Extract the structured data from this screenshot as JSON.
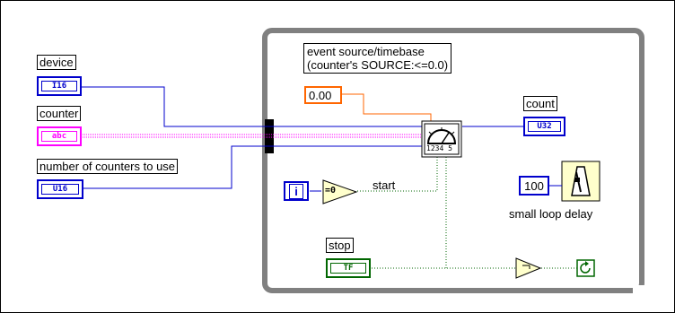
{
  "labels": {
    "device": "device",
    "counter": "counter",
    "num_counters": "number of counters to use",
    "event_source_line1": "event source/timebase",
    "event_source_line2": "(counter's SOURCE:<=0.0)",
    "count": "count",
    "start": "start",
    "small_loop_delay": "small loop delay",
    "stop": "stop"
  },
  "terminals": {
    "device_type": "I16",
    "counter_type": "abc",
    "num_counters_type": "U16",
    "count_type": "U32",
    "stop_type": "TF",
    "iteration": "i",
    "compare_zero": "=0",
    "timebase_value": "0.00",
    "delay_value": "100",
    "counter_ticks": "1234 5"
  },
  "colors": {
    "integer_wire": "#0000cc",
    "string_wire": "#ff00ff",
    "float_wire": "#ff6600",
    "boolean_wire": "#006600",
    "loop_frame": "#808080"
  }
}
